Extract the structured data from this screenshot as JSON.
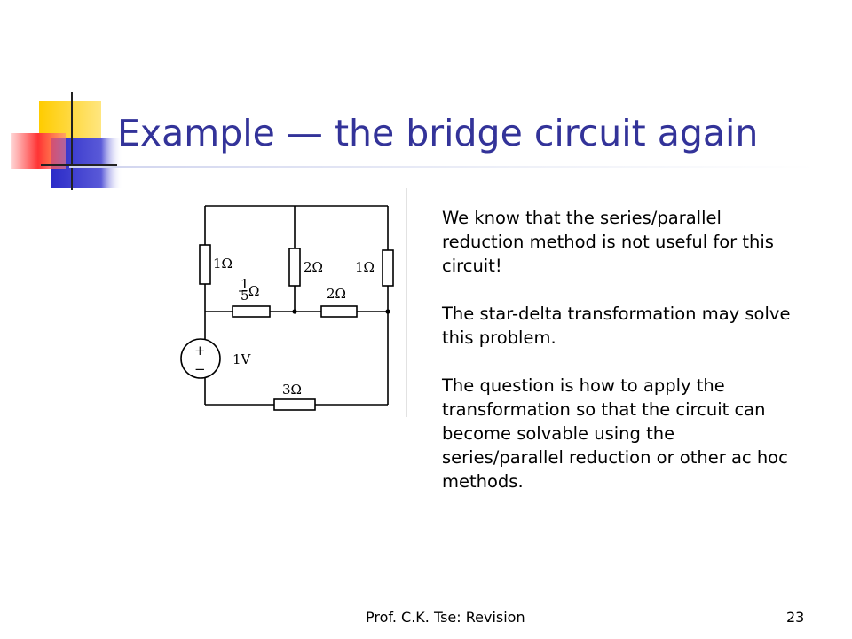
{
  "slide": {
    "title": "Example — the bridge circuit again",
    "paragraphs": [
      "We know that the series/parallel reduction method is not useful for this circuit!",
      "The star-delta transformation may solve this problem.",
      "The question is how to apply the transformation so that the circuit can become solvable using the series/parallel reduction or other ac hoc methods."
    ]
  },
  "circuit": {
    "resistor_left": "1Ω",
    "resistor_mid": "2Ω",
    "resistor_right": "1Ω",
    "resistor_h1_num": "1",
    "resistor_h1_den": "5",
    "resistor_h1_unit": "Ω",
    "resistor_h2": "2Ω",
    "resistor_bottom": "3Ω",
    "source_value": "1V",
    "source_plus": "+",
    "source_minus": "−"
  },
  "footer": {
    "author": "Prof. C.K. Tse: Revision",
    "page_number": "23"
  },
  "colors": {
    "title": "#333399",
    "deco_yellow": "#ffcc00",
    "deco_blue": "#3333cc",
    "deco_red": "#ff3333"
  }
}
